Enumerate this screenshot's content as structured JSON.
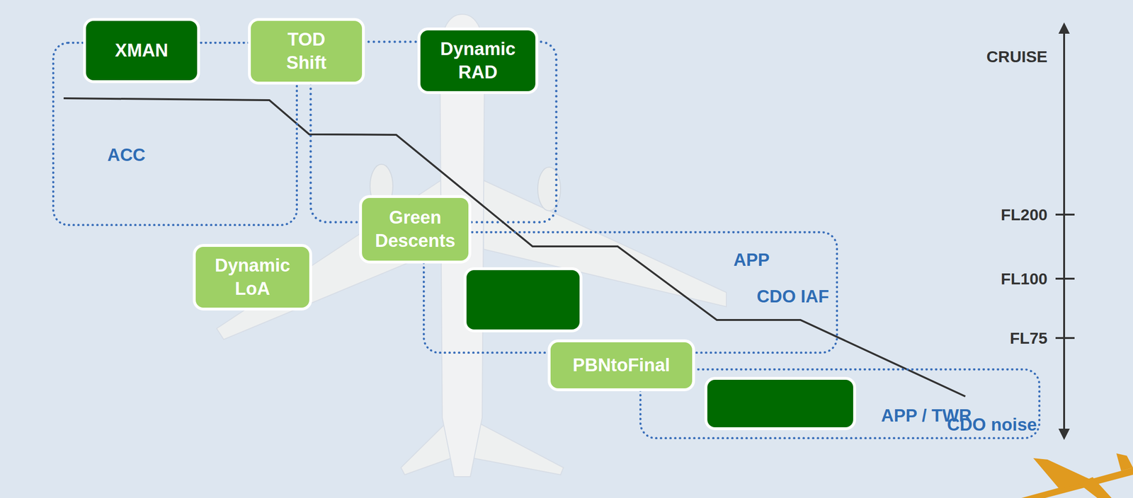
{
  "diagram": {
    "nodes": [
      {
        "text": [
          "XMAN"
        ]
      },
      {
        "text": [
          "TOD Shift"
        ]
      },
      {
        "text": [
          "Dynamic RAD"
        ]
      },
      {
        "text": [
          "ACC"
        ]
      },
      {
        "text": [
          "Green Descents"
        ]
      },
      {
        "text": [
          "Dynamic LoA"
        ]
      },
      {
        "text": [
          "APP"
        ]
      },
      {
        "text": [
          "CDO IAF"
        ],
        "in": 6
      },
      {
        "text": [
          "PBNtoFinal"
        ]
      },
      {
        "text": [
          "APP / TWR"
        ]
      },
      {
        "text": [
          "CDO noise"
        ],
        "in": 9
      }
    ],
    "labels": [
      "CRUISE",
      "FL200",
      "FL100",
      "FL75"
    ]
  }
}
